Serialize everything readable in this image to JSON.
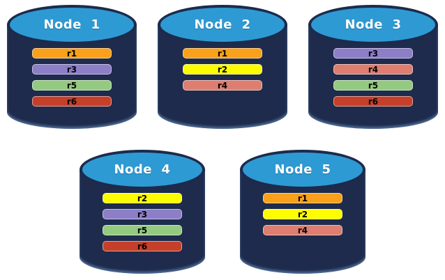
{
  "colors": {
    "background": "#FFFFFF",
    "cylinder_body": "#1E2B4C",
    "cylinder_top": "#2E9AD4",
    "cylinder_outline": "#1C2B4C",
    "node_label_text": "#FFFFFF",
    "bar_text": "#000000"
  },
  "replica_colors": {
    "r1": "#F9A11B",
    "r2": "#FDFD00",
    "r3": "#8D7EC8",
    "r4": "#DD7E70",
    "r5": "#94CA80",
    "r6": "#C5402A"
  },
  "nodes": [
    {
      "label": "Node  1",
      "row": 1,
      "replicas": [
        "r1",
        "r3",
        "r5",
        "r6"
      ]
    },
    {
      "label": "Node  2",
      "row": 1,
      "replicas": [
        "r1",
        "r2",
        "r4"
      ]
    },
    {
      "label": "Node  3",
      "row": 1,
      "replicas": [
        "r3",
        "r4",
        "r5",
        "r6"
      ]
    },
    {
      "label": "Node  4",
      "row": 2,
      "replicas": [
        "r2",
        "r3",
        "r5",
        "r6"
      ]
    },
    {
      "label": "Node  5",
      "row": 2,
      "replicas": [
        "r1",
        "r2",
        "r4"
      ]
    }
  ]
}
